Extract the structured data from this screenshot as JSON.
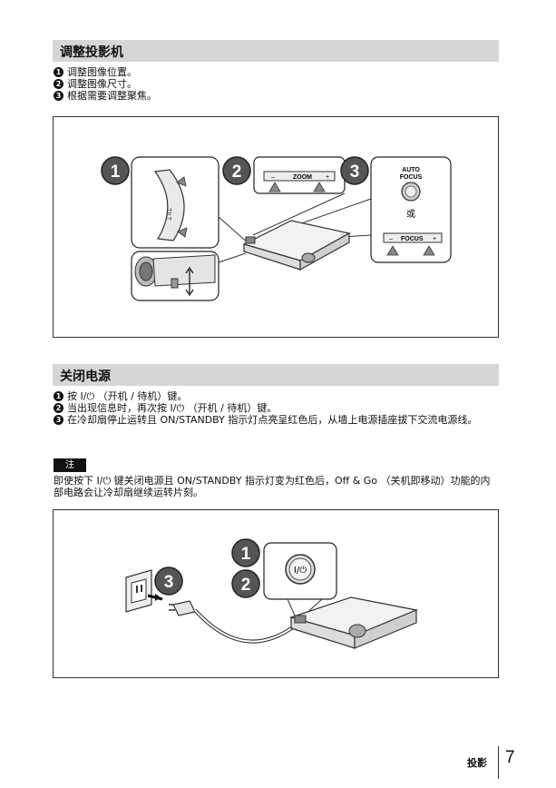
{
  "section1": {
    "title": "调整投影机",
    "steps": [
      "调整图像位置。",
      "调整图像尺寸。",
      "根据需要调整聚焦。"
    ],
    "step_numbers": [
      "1",
      "2",
      "3"
    ]
  },
  "figure1": {
    "badges": [
      "1",
      "2",
      "3"
    ],
    "tilt_label": "TILT",
    "zoom_label": "ZOOM",
    "zoom_minus": "–",
    "zoom_plus": "+",
    "auto_focus_label": "AUTO\nFOCUS",
    "auto_line1": "AUTO",
    "auto_line2": "FOCUS",
    "or_label": "或",
    "focus_label": "FOCUS",
    "focus_minus": "–",
    "focus_plus": "+"
  },
  "section2": {
    "title": "关闭电源",
    "steps": [
      "按 I/⏻ （开机 / 待机）键。",
      "当出现信息时，再次按 I/⏻ （开机 / 待机）键。",
      "在冷却扇停止运转且 ON/STANDBY 指示灯点亮呈红色后，从墙上电源插座拔下交流电源线。"
    ],
    "step_numbers": [
      "1",
      "2",
      "3"
    ]
  },
  "note": {
    "tag": "注",
    "text": "即使按下 I/⏻ 键关闭电源且 ON/STANDBY 指示灯变为红色后，Off & Go （关机即移动）功能的内部电路会让冷却扇继续运转片刻。"
  },
  "figure2": {
    "badges": [
      "1",
      "2",
      "3"
    ],
    "power_button_label": "I/⏻"
  },
  "footer": {
    "section_label": "投影",
    "page_number": "7"
  }
}
